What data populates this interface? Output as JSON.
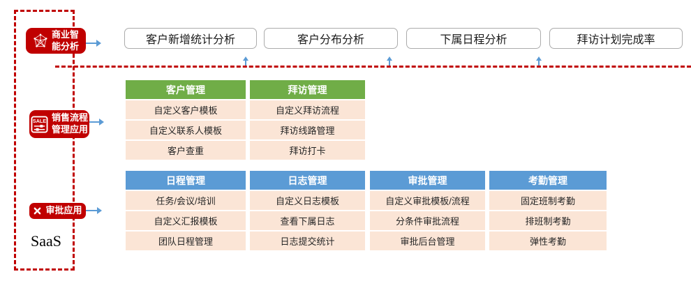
{
  "colors": {
    "accent_red": "#C00000",
    "green_header": "#70AD47",
    "blue_header": "#5B9BD5",
    "row_bg": "#FBE5D6",
    "arrow_blue": "#5B9BD5",
    "box_border": "#ABABAB"
  },
  "saas": {
    "label": "SaaS"
  },
  "bi": {
    "label_lines": [
      "商业智",
      "能分析"
    ],
    "icon": "network-icon",
    "boxes": [
      "客户新增统计分析",
      "客户分布分析",
      "下属日程分析",
      "拜访计划完成率"
    ]
  },
  "sales": {
    "label_lines": [
      "销售流程",
      "管理应用"
    ],
    "icon": "sale-sliders-icon",
    "icon_text": "SALE",
    "tables": [
      {
        "header": "客户管理",
        "rows": [
          "自定义客户模板",
          "自定义联系人模板",
          "客户查重"
        ]
      },
      {
        "header": "拜访管理",
        "rows": [
          "自定义拜访流程",
          "拜访线路管理",
          "拜访打卡"
        ]
      }
    ]
  },
  "approval": {
    "label": "审批应用",
    "icon": "crossed-wrenches-icon",
    "tables": [
      {
        "header": "日程管理",
        "rows": [
          "任务/会议/培训",
          "自定义汇报模板",
          "团队日程管理"
        ]
      },
      {
        "header": "日志管理",
        "rows": [
          "自定义日志模板",
          "查看下属日志",
          "日志提交统计"
        ]
      },
      {
        "header": "审批管理",
        "rows": [
          "自定义审批模板/流程",
          "分条件审批流程",
          "审批后台管理"
        ]
      },
      {
        "header": "考勤管理",
        "rows": [
          "固定班制考勤",
          "排班制考勤",
          "弹性考勤"
        ]
      }
    ]
  }
}
